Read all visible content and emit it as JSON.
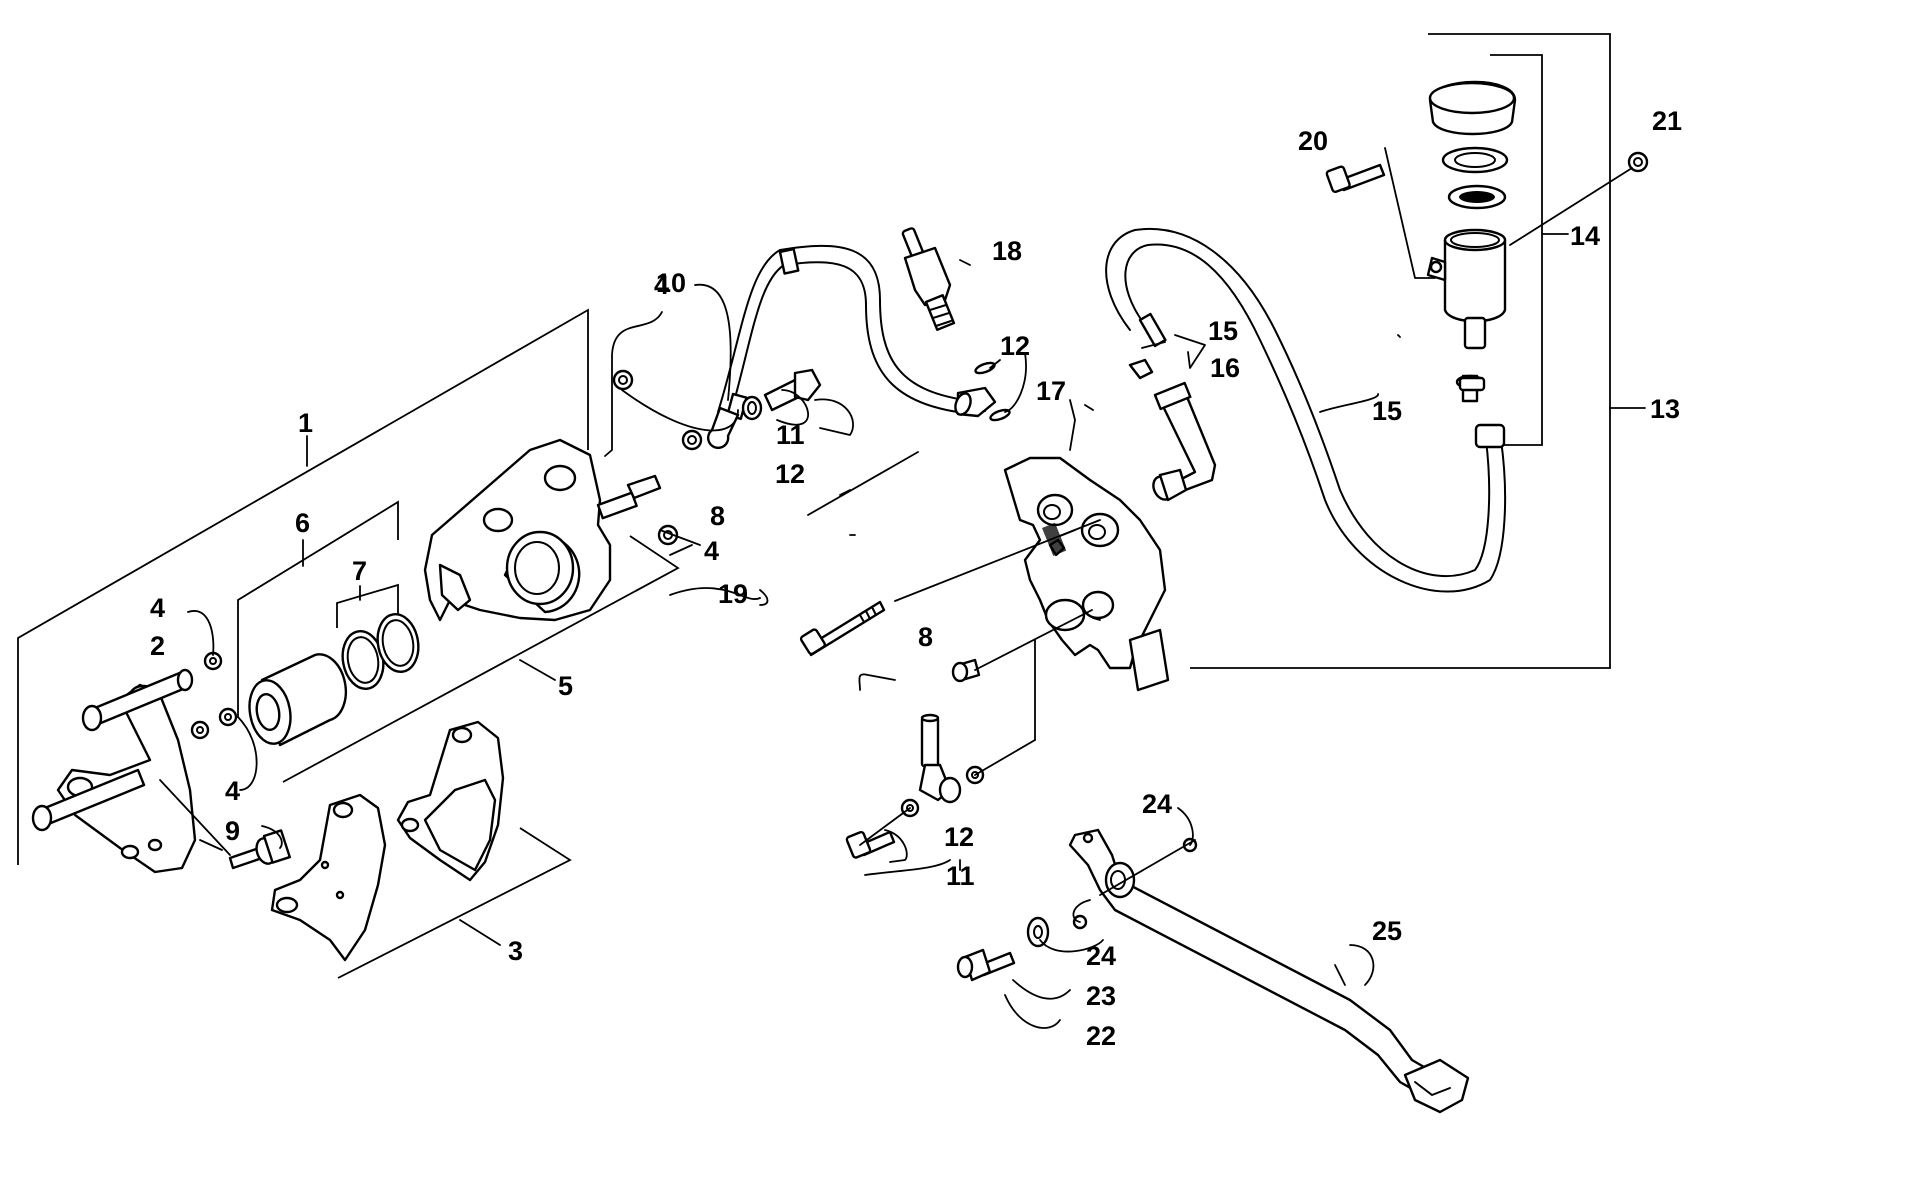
{
  "callouts": [
    {
      "id": "c1",
      "text": "1"
    },
    {
      "id": "c2",
      "text": "2"
    },
    {
      "id": "c3",
      "text": "3"
    },
    {
      "id": "c4a",
      "text": "4"
    },
    {
      "id": "c4b",
      "text": "4"
    },
    {
      "id": "c4c",
      "text": "4"
    },
    {
      "id": "c4d",
      "text": "4"
    },
    {
      "id": "c5",
      "text": "5"
    },
    {
      "id": "c6",
      "text": "6"
    },
    {
      "id": "c7",
      "text": "7"
    },
    {
      "id": "c8a",
      "text": "8"
    },
    {
      "id": "c8b",
      "text": "8"
    },
    {
      "id": "c9",
      "text": "9"
    },
    {
      "id": "c10",
      "text": "10"
    },
    {
      "id": "c11a",
      "text": "11"
    },
    {
      "id": "c11b",
      "text": "11"
    },
    {
      "id": "c12a",
      "text": "12"
    },
    {
      "id": "c12b",
      "text": "12"
    },
    {
      "id": "c12c",
      "text": "12"
    },
    {
      "id": "c13",
      "text": "13"
    },
    {
      "id": "c14",
      "text": "14"
    },
    {
      "id": "c15a",
      "text": "15"
    },
    {
      "id": "c15b",
      "text": "15"
    },
    {
      "id": "c16",
      "text": "16"
    },
    {
      "id": "c17",
      "text": "17"
    },
    {
      "id": "c18",
      "text": "18"
    },
    {
      "id": "c19",
      "text": "19"
    },
    {
      "id": "c20",
      "text": "20"
    },
    {
      "id": "c21",
      "text": "21"
    },
    {
      "id": "c22",
      "text": "22"
    },
    {
      "id": "c23",
      "text": "23"
    },
    {
      "id": "c24a",
      "text": "24"
    },
    {
      "id": "c24b",
      "text": "24"
    },
    {
      "id": "c25",
      "text": "25"
    }
  ]
}
